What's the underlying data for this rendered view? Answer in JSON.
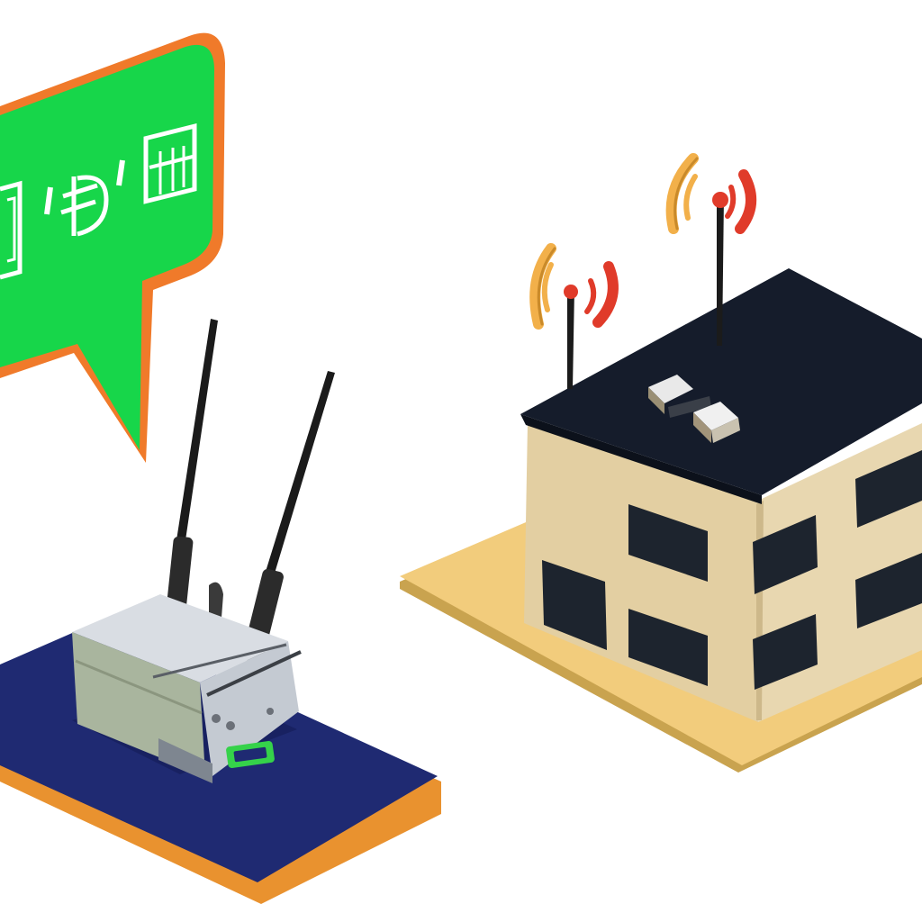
{
  "scene": {
    "background_color": "#ffffff",
    "speech_bubble": {
      "glyphs": "'₱' ⊞",
      "fill_color": "#17d64a",
      "rim_color": "#f07a2a",
      "glyph_color": "#ffffff"
    },
    "router": {
      "antenna_count": 2,
      "body_color": "#c9ced6",
      "pad_color": "#1f2a72",
      "pad_rim_color": "#e9922f",
      "port_color": "#35d24a"
    },
    "building": {
      "floors": 2,
      "roof_color": "#151c2b",
      "wall_color": "#e3cfa2",
      "window_color": "#1d242e",
      "base_color": "#f2cc7c",
      "rooftop_antenna_count": 2,
      "signal_colors": [
        "#f2b04a",
        "#e03b2a"
      ]
    }
  }
}
